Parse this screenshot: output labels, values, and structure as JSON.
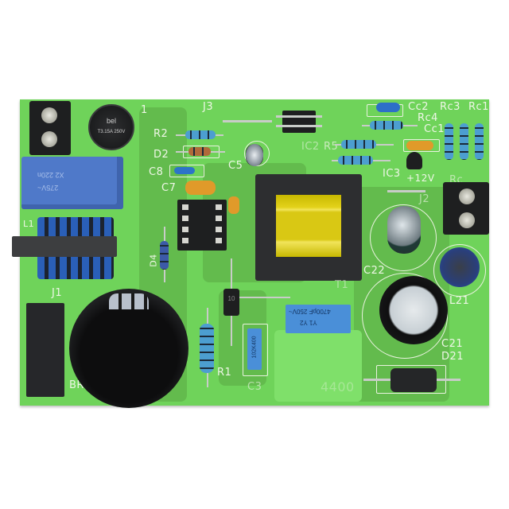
{
  "scene": {
    "subject": "Green PCB power supply board (flyback converter) with mounted components",
    "background_color": "#ffffff",
    "board_color": "#6fd35a"
  },
  "silkscreen": {
    "J3": "J3",
    "R2": "R2",
    "D2": "D2",
    "C8": "C8",
    "C7": "C7",
    "C5": "C5",
    "IC2": "IC2",
    "R5": "R5",
    "Cc2": "Cc2",
    "Rc3": "Rc3",
    "Rc1": "Rc1",
    "Rc4": "Rc4",
    "Cc1": "Cc1",
    "IC3": "IC3",
    "plus12v": "+12V",
    "Rc": "Rc",
    "F1": "1",
    "L1": "L1",
    "J1": "J1",
    "D4": "D4",
    "BR": "BR",
    "R1": "R1",
    "C3": "C3",
    "TR1": "T1",
    "C22": "C22",
    "L21": "L21",
    "C21": "C21",
    "D21": "D21",
    "J2": "J2",
    "board_id": "4400"
  },
  "components": {
    "fuse_marking": "T3.15A 250V",
    "fuse_brand": "bel",
    "x_cap_marking_1": "X2 220n",
    "x_cap_marking_2": "275V~",
    "y_cap_marking_1": "4700pF 250V~",
    "y_cap_marking_2": "Y1 Y2 ",
    "film_cap_marking": "102K400",
    "diode_marking": "10"
  }
}
